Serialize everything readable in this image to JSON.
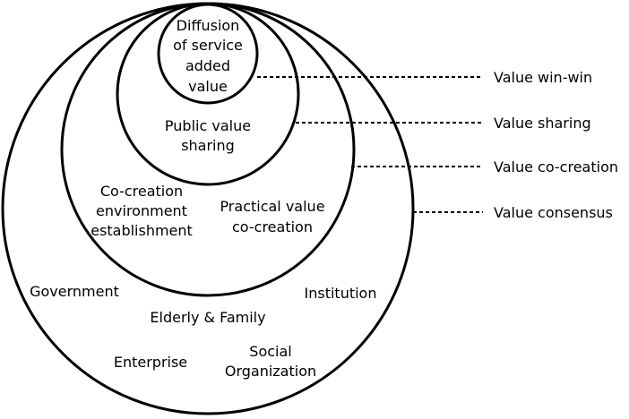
{
  "diagram": {
    "inner_circle_label": [
      "Diffusion",
      "of service",
      "added",
      "value"
    ],
    "second_circle_label": [
      "Public value",
      "sharing"
    ],
    "third_circle_left": [
      "Co-creation",
      "environment",
      "establishment"
    ],
    "third_circle_right": [
      "Practical value",
      "co-creation"
    ],
    "outer_actors": {
      "government": "Government",
      "institution": "Institution",
      "elderly_family": "Elderly & Family",
      "enterprise": "Enterprise",
      "social_org": [
        "Social",
        "Organization"
      ]
    },
    "levels": [
      "Value win-win",
      "Value sharing",
      "Value co-creation",
      "Value consensus"
    ]
  }
}
